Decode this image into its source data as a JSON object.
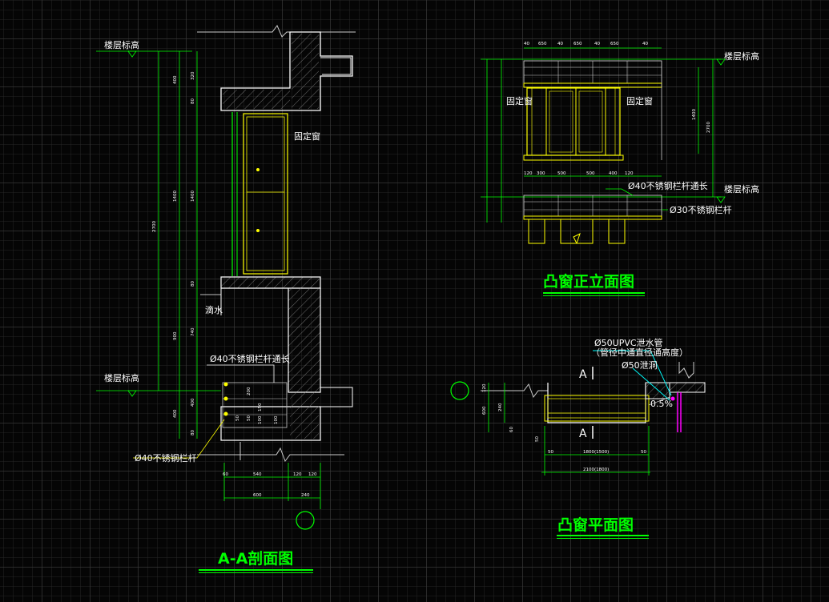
{
  "section_aa": {
    "title": "A-A剖面图",
    "floor_level_top": "楼层标高",
    "floor_level_bottom": "楼层标高",
    "fixed_window": "固定窗",
    "drip": "滴水",
    "rail_note_1": "Ø40不锈钢栏杆通长",
    "rail_note_2": "Ø40不锈钢栏杆",
    "dims_left_outer": [
      "2700"
    ],
    "dims_left_mid": [
      "400",
      "1400",
      "900",
      "400"
    ],
    "dims_left_inner": [
      "320",
      "80",
      "1400",
      "80",
      "740",
      "400",
      "80"
    ],
    "dims_rail": [
      "200",
      "150",
      "100",
      "50",
      "50",
      "100"
    ],
    "dims_bottom": [
      "60",
      "540",
      "120",
      "120",
      "600",
      "240"
    ]
  },
  "elevation": {
    "title": "凸窗正立面图",
    "floor_level_top": "楼层标高",
    "floor_level_bottom": "楼层标高",
    "fixed_window_left": "固定窗",
    "fixed_window_right": "固定窗",
    "rail_note_1": "Ø40不锈钢栏杆通长",
    "rail_note_2": "Ø30不锈钢栏杆",
    "dims_top": [
      "40",
      "650",
      "40",
      "650",
      "40",
      "650",
      "40"
    ],
    "dims_bottom": [
      "120",
      "300",
      "500",
      "500",
      "400",
      "120"
    ],
    "dims_right": [
      "1400",
      "2700"
    ]
  },
  "plan": {
    "title": "凸窗平面图",
    "section_mark_top": "A",
    "section_mark_bottom": "A",
    "drain_pipe": "Ø50UPVC泄水管",
    "drain_pipe_note": "（管径中通直径通高度）",
    "drain_hole": "Ø50泄洞",
    "slope": "0.5%",
    "dims_left": [
      "120",
      "600",
      "240",
      "60",
      "50"
    ],
    "dims_bottom": [
      "1800(1500)",
      "2100(1800)",
      "50",
      "50"
    ]
  },
  "colors": {
    "background": "#000000",
    "grid": "#3a3a3a",
    "wall": "#ffffff",
    "window": "#ffff00",
    "dimension": "#00ff00",
    "rail": "#cccccc",
    "leader": "#00ffff",
    "title": "#00ff00"
  }
}
